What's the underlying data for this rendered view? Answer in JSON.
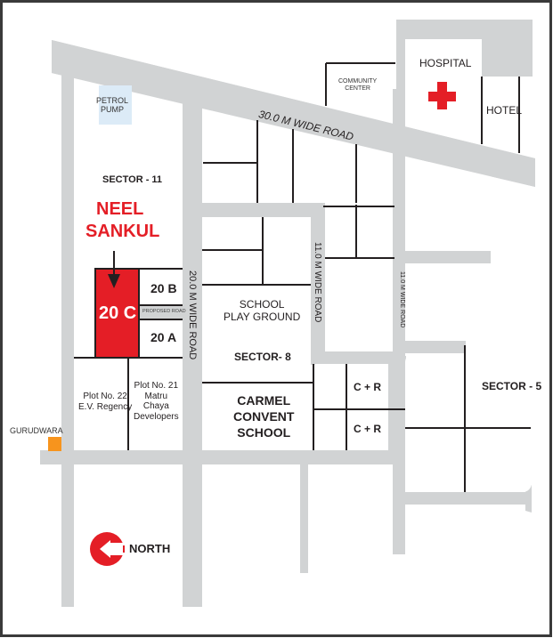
{
  "map": {
    "colors": {
      "road": "#d1d3d4",
      "line": "#231f20",
      "highlight": "#e41e26",
      "petrol_pump": "#dcebf7",
      "gurudwara": "#f7941d",
      "frame": "#3a3a3a"
    },
    "roads": {
      "main_road": "30.0 M WIDE ROAD",
      "vertical_road": "20.0 M WIDE ROAD",
      "inner_road_1": "11.0 M WIDE ROAD",
      "inner_road_2": "11.0 M WIDE ROAD",
      "proposed_road": "PROPOSED ROAD"
    },
    "landmarks": {
      "petrol_pump": [
        "PETROL",
        "PUMP"
      ],
      "community_center": [
        "COMMUNITY",
        "CENTER"
      ],
      "hospital": "HOSPITAL",
      "hotel": "HOTEL",
      "gurudwara": "GURUDWARA",
      "school_play_ground": [
        "SCHOOL",
        "PLAY GROUND"
      ],
      "carmel_school": [
        "CARMEL",
        "CONVENT",
        "SCHOOL"
      ],
      "c_r_top": "C + R",
      "c_r_bottom": "C + R"
    },
    "sectors": {
      "sector_11": "SECTOR - 11",
      "sector_8": "SECTOR- 8",
      "sector_5": "SECTOR - 5"
    },
    "project": {
      "name_line1": "NEEL",
      "name_line2": "SANKUL",
      "plot": "20 C"
    },
    "plots": {
      "plot_20b": "20 B",
      "plot_20a": "20 A",
      "plot_22": [
        "Plot No. 22",
        "E.V. Regency"
      ],
      "plot_21": [
        "Plot No. 21",
        "Matru",
        "Chaya",
        "Developers"
      ]
    },
    "compass": {
      "label": "NORTH",
      "icon": "left-arrow-circle-icon"
    }
  }
}
